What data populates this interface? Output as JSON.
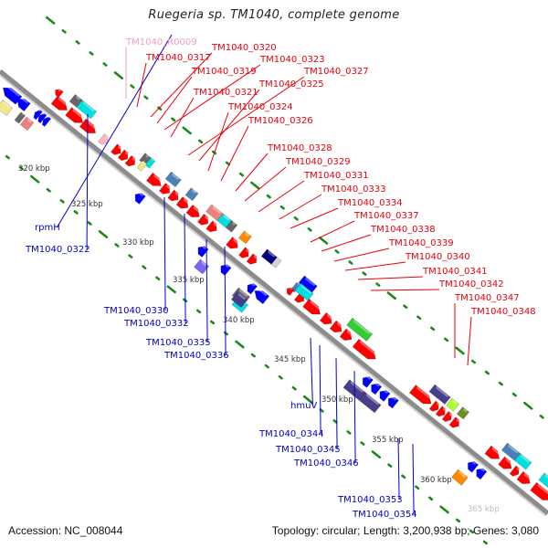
{
  "title": "Ruegeria sp. TM1040, complete genome",
  "footer": {
    "accession": "Accession: NC_008044",
    "summary": "Topology: circular; Length: 3,200,938 bp; Genes: 3,080"
  },
  "colors": {
    "backbone": "#8c8c8c",
    "tick": "#1a8a1a",
    "forward_label": "#e8000b",
    "reverse_label": "#0000cc",
    "rna_label": "#f29cc4",
    "kbp_label": "#333333"
  },
  "kbp_ticks": [
    "320 kbp",
    "325 kbp",
    "330 kbp",
    "335 kbp",
    "340 kbp",
    "345 kbp",
    "350 kbp",
    "355 kbp",
    "360 kbp",
    "365 kbp"
  ],
  "forward_labels": [
    {
      "text": "TM1040_R0009",
      "kind": "rna"
    },
    {
      "text": "TM1040_0317"
    },
    {
      "text": "TM1040_0320"
    },
    {
      "text": "TM1040_0319"
    },
    {
      "text": "TM1040_0323"
    },
    {
      "text": "TM1040_0327"
    },
    {
      "text": "TM1040_0321"
    },
    {
      "text": "TM1040_0325"
    },
    {
      "text": "TM1040_0324"
    },
    {
      "text": "TM1040_0326"
    },
    {
      "text": "TM1040_0328"
    },
    {
      "text": "TM1040_0329"
    },
    {
      "text": "TM1040_0331"
    },
    {
      "text": "TM1040_0333"
    },
    {
      "text": "TM1040_0334"
    },
    {
      "text": "TM1040_0337"
    },
    {
      "text": "TM1040_0338"
    },
    {
      "text": "TM1040_0339"
    },
    {
      "text": "TM1040_0340"
    },
    {
      "text": "TM1040_0341"
    },
    {
      "text": "TM1040_0342"
    },
    {
      "text": "TM1040_0347"
    },
    {
      "text": "TM1040_0348"
    }
  ],
  "reverse_labels": [
    {
      "text": "rpmH"
    },
    {
      "text": "TM1040_0322"
    },
    {
      "text": "TM1040_0330"
    },
    {
      "text": "TM1040_0332"
    },
    {
      "text": "TM1040_0335"
    },
    {
      "text": "TM1040_0336"
    },
    {
      "text": "hmuV"
    },
    {
      "text": "TM1040_0344"
    },
    {
      "text": "TM1040_0345"
    },
    {
      "text": "TM1040_0346"
    },
    {
      "text": "TM1040_0353"
    },
    {
      "text": "TM1040_0354"
    }
  ],
  "gene_colors": {
    "red": "#ff0000",
    "blue": "#0000ff",
    "cyan": "#00e0e0",
    "gray": "#666666",
    "steel": "#4a80b8",
    "navy": "#000080",
    "slate": "#483d8b",
    "orange": "#ff8c00",
    "pink": "#f08080",
    "khaki": "#f0e68c",
    "olive": "#6b8e23",
    "lime": "#adff2f",
    "green": "#32cd32",
    "lightpink": "#ffb6c1",
    "lavender": "#7b68ee",
    "silver": "#d3d3d3"
  }
}
